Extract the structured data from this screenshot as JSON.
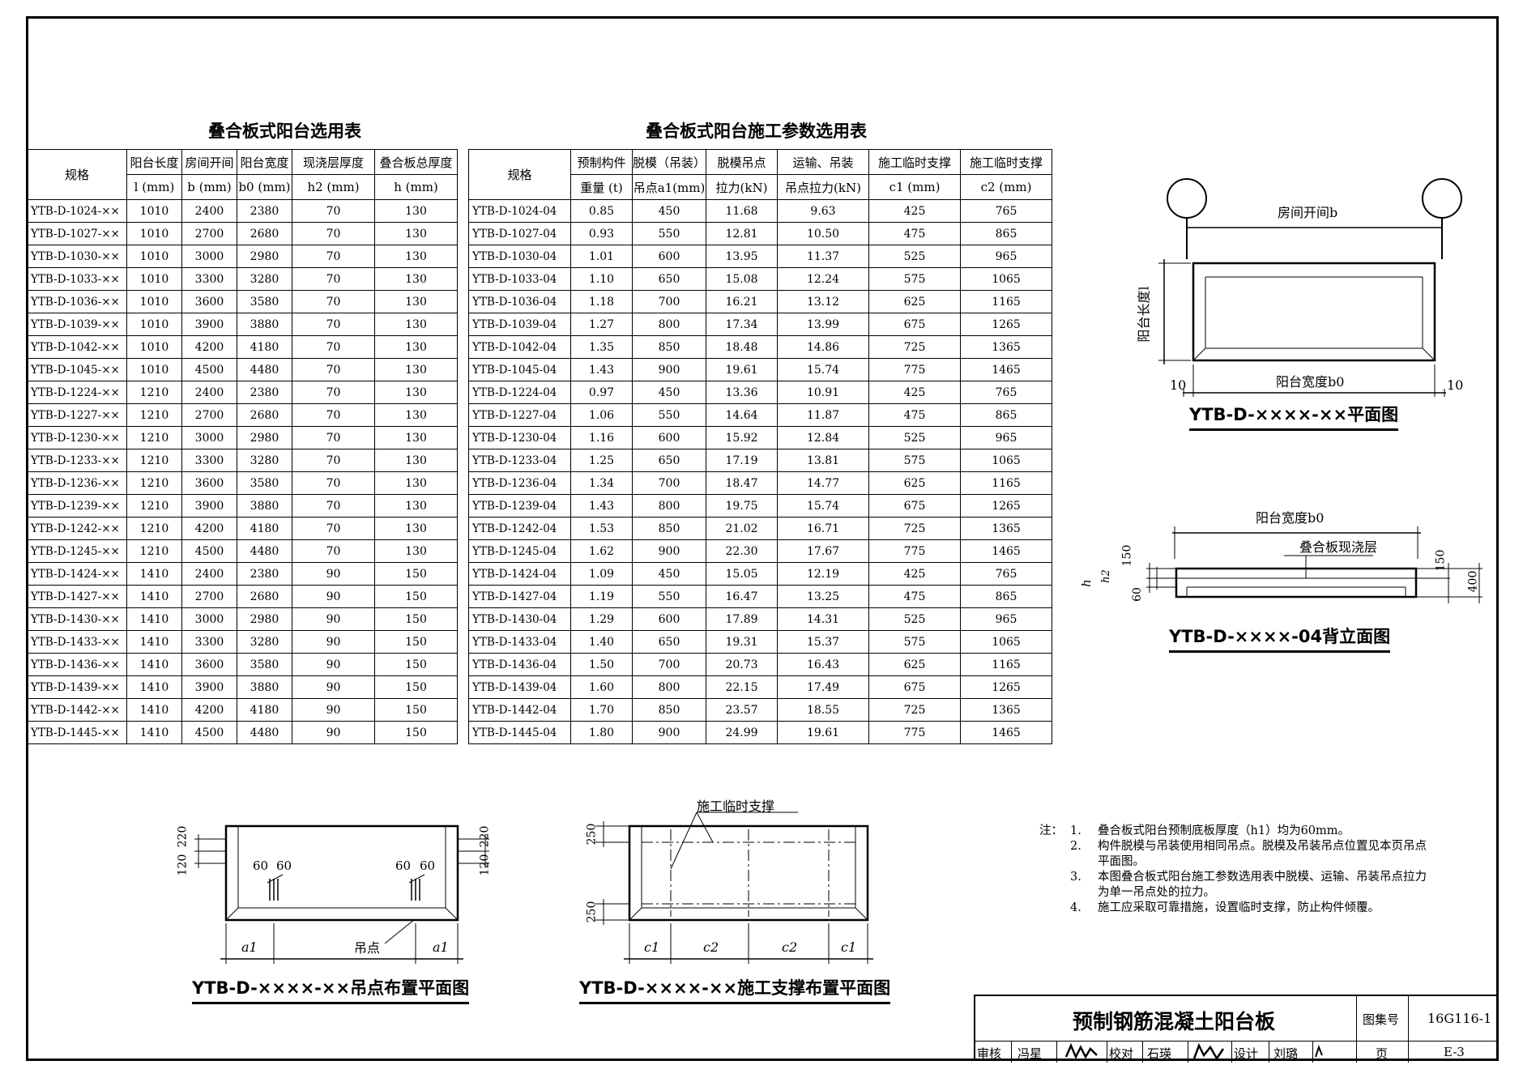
{
  "table1": {
    "title": "叠合板式阳台选用表",
    "headers": [
      {
        "l1": "规格",
        "l2": ""
      },
      {
        "l1": "阳台长度",
        "l2": "l (mm)"
      },
      {
        "l1": "房间开间",
        "l2": "b (mm)"
      },
      {
        "l1": "阳台宽度",
        "l2": "b0 (mm)"
      },
      {
        "l1": "现浇层厚度",
        "l2": "h2 (mm)"
      },
      {
        "l1": "叠合板总厚度",
        "l2": "h (mm)"
      }
    ],
    "rows": [
      [
        "YTB-D-1024-××",
        "1010",
        "2400",
        "2380",
        "70",
        "130"
      ],
      [
        "YTB-D-1027-××",
        "1010",
        "2700",
        "2680",
        "70",
        "130"
      ],
      [
        "YTB-D-1030-××",
        "1010",
        "3000",
        "2980",
        "70",
        "130"
      ],
      [
        "YTB-D-1033-××",
        "1010",
        "3300",
        "3280",
        "70",
        "130"
      ],
      [
        "YTB-D-1036-××",
        "1010",
        "3600",
        "3580",
        "70",
        "130"
      ],
      [
        "YTB-D-1039-××",
        "1010",
        "3900",
        "3880",
        "70",
        "130"
      ],
      [
        "YTB-D-1042-××",
        "1010",
        "4200",
        "4180",
        "70",
        "130"
      ],
      [
        "YTB-D-1045-××",
        "1010",
        "4500",
        "4480",
        "70",
        "130"
      ],
      [
        "YTB-D-1224-××",
        "1210",
        "2400",
        "2380",
        "70",
        "130"
      ],
      [
        "YTB-D-1227-××",
        "1210",
        "2700",
        "2680",
        "70",
        "130"
      ],
      [
        "YTB-D-1230-××",
        "1210",
        "3000",
        "2980",
        "70",
        "130"
      ],
      [
        "YTB-D-1233-××",
        "1210",
        "3300",
        "3280",
        "70",
        "130"
      ],
      [
        "YTB-D-1236-××",
        "1210",
        "3600",
        "3580",
        "70",
        "130"
      ],
      [
        "YTB-D-1239-××",
        "1210",
        "3900",
        "3880",
        "70",
        "130"
      ],
      [
        "YTB-D-1242-××",
        "1210",
        "4200",
        "4180",
        "70",
        "130"
      ],
      [
        "YTB-D-1245-××",
        "1210",
        "4500",
        "4480",
        "70",
        "130"
      ],
      [
        "YTB-D-1424-××",
        "1410",
        "2400",
        "2380",
        "90",
        "150"
      ],
      [
        "YTB-D-1427-××",
        "1410",
        "2700",
        "2680",
        "90",
        "150"
      ],
      [
        "YTB-D-1430-××",
        "1410",
        "3000",
        "2980",
        "90",
        "150"
      ],
      [
        "YTB-D-1433-××",
        "1410",
        "3300",
        "3280",
        "90",
        "150"
      ],
      [
        "YTB-D-1436-××",
        "1410",
        "3600",
        "3580",
        "90",
        "150"
      ],
      [
        "YTB-D-1439-××",
        "1410",
        "3900",
        "3880",
        "90",
        "150"
      ],
      [
        "YTB-D-1442-××",
        "1410",
        "4200",
        "4180",
        "90",
        "150"
      ],
      [
        "YTB-D-1445-××",
        "1410",
        "4500",
        "4480",
        "90",
        "150"
      ]
    ]
  },
  "table2": {
    "title": "叠合板式阳台施工参数选用表",
    "headers": [
      {
        "l1": "规格",
        "l2": ""
      },
      {
        "l1": "预制构件",
        "l2": "重量 (t)"
      },
      {
        "l1": "脱模（吊装）",
        "l2": "吊点a1(mm)"
      },
      {
        "l1": "脱模吊点",
        "l2": "拉力(kN)"
      },
      {
        "l1": "运输、吊装",
        "l2": "吊点拉力(kN)"
      },
      {
        "l1": "施工临时支撑",
        "l2": "c1 (mm)"
      },
      {
        "l1": "施工临时支撑",
        "l2": "c2 (mm)"
      }
    ],
    "rows": [
      [
        "YTB-D-1024-04",
        "0.85",
        "450",
        "11.68",
        "9.63",
        "425",
        "765"
      ],
      [
        "YTB-D-1027-04",
        "0.93",
        "550",
        "12.81",
        "10.50",
        "475",
        "865"
      ],
      [
        "YTB-D-1030-04",
        "1.01",
        "600",
        "13.95",
        "11.37",
        "525",
        "965"
      ],
      [
        "YTB-D-1033-04",
        "1.10",
        "650",
        "15.08",
        "12.24",
        "575",
        "1065"
      ],
      [
        "YTB-D-1036-04",
        "1.18",
        "700",
        "16.21",
        "13.12",
        "625",
        "1165"
      ],
      [
        "YTB-D-1039-04",
        "1.27",
        "800",
        "17.34",
        "13.99",
        "675",
        "1265"
      ],
      [
        "YTB-D-1042-04",
        "1.35",
        "850",
        "18.48",
        "14.86",
        "725",
        "1365"
      ],
      [
        "YTB-D-1045-04",
        "1.43",
        "900",
        "19.61",
        "15.74",
        "775",
        "1465"
      ],
      [
        "YTB-D-1224-04",
        "0.97",
        "450",
        "13.36",
        "10.91",
        "425",
        "765"
      ],
      [
        "YTB-D-1227-04",
        "1.06",
        "550",
        "14.64",
        "11.87",
        "475",
        "865"
      ],
      [
        "YTB-D-1230-04",
        "1.16",
        "600",
        "15.92",
        "12.84",
        "525",
        "965"
      ],
      [
        "YTB-D-1233-04",
        "1.25",
        "650",
        "17.19",
        "13.81",
        "575",
        "1065"
      ],
      [
        "YTB-D-1236-04",
        "1.34",
        "700",
        "18.47",
        "14.77",
        "625",
        "1165"
      ],
      [
        "YTB-D-1239-04",
        "1.43",
        "800",
        "19.75",
        "15.74",
        "675",
        "1265"
      ],
      [
        "YTB-D-1242-04",
        "1.53",
        "850",
        "21.02",
        "16.71",
        "725",
        "1365"
      ],
      [
        "YTB-D-1245-04",
        "1.62",
        "900",
        "22.30",
        "17.67",
        "775",
        "1465"
      ],
      [
        "YTB-D-1424-04",
        "1.09",
        "450",
        "15.05",
        "12.19",
        "425",
        "765"
      ],
      [
        "YTB-D-1427-04",
        "1.19",
        "550",
        "16.47",
        "13.25",
        "475",
        "865"
      ],
      [
        "YTB-D-1430-04",
        "1.29",
        "600",
        "17.89",
        "14.31",
        "525",
        "965"
      ],
      [
        "YTB-D-1433-04",
        "1.40",
        "650",
        "19.31",
        "15.37",
        "575",
        "1065"
      ],
      [
        "YTB-D-1436-04",
        "1.50",
        "700",
        "20.73",
        "16.43",
        "625",
        "1165"
      ],
      [
        "YTB-D-1439-04",
        "1.60",
        "800",
        "22.15",
        "17.49",
        "675",
        "1265"
      ],
      [
        "YTB-D-1442-04",
        "1.70",
        "850",
        "23.57",
        "18.55",
        "725",
        "1365"
      ],
      [
        "YTB-D-1445-04",
        "1.80",
        "900",
        "24.99",
        "19.61",
        "775",
        "1465"
      ]
    ]
  },
  "plan": {
    "caption": "YTB-D-××××-××平面图",
    "width_label": "房间开间b",
    "length_label": "阳台长度l",
    "b0_label": "阳台宽度b0",
    "edge_left": "10",
    "edge_right": "10"
  },
  "elevation": {
    "caption": "YTB-D-××××-04背立面图",
    "b0_label": "阳台宽度b0",
    "layer_label": "叠合板现浇层",
    "dim_150_left": "150",
    "dim_60": "60",
    "dim_h": "h",
    "dim_h2": "h2",
    "dim_150_right": "150",
    "dim_400": "400"
  },
  "lift_plan": {
    "caption": "YTB-D-××××-××吊点布置平面图",
    "dim_220_left": "220",
    "dim_120_left": "120",
    "dim_220_right": "220",
    "dim_120_right": "120",
    "dim_60a": "60",
    "dim_60b": "60",
    "dim_60c": "60",
    "dim_60d": "60",
    "lift_label": "吊点",
    "a1_left": "a1",
    "a1_right": "a1"
  },
  "support_plan": {
    "caption": "YTB-D-××××-××施工支撑布置平面图",
    "support_label": "施工临时支撑",
    "dim_250_top": "250",
    "dim_250_bottom": "250",
    "c1_left": "c1",
    "c2_left": "c2",
    "c2_right": "c2",
    "c1_right": "c1"
  },
  "notes": {
    "prefix": "注：",
    "items": [
      {
        "n": "1.",
        "text": "叠合板式阳台预制底板厚度（h1）均为60mm。"
      },
      {
        "n": "2.",
        "text": "构件脱模与吊装使用相同吊点。脱模及吊装吊点位置见本页吊点平面图。"
      },
      {
        "n": "3.",
        "text": "本图叠合板式阳台施工参数选用表中脱模、运输、吊装吊点拉力为单一吊点处的拉力。"
      },
      {
        "n": "4.",
        "text": "施工应采取可靠措施，设置临时支撑，防止构件倾覆。"
      }
    ]
  },
  "titleblock": {
    "drawing_title": "预制钢筋混凝土阳台板",
    "atlas_label": "图集号",
    "atlas_no": "16G116-1",
    "review_label": "审核",
    "reviewer": "冯星",
    "check_label": "校对",
    "checker": "石瑛",
    "design_label": "设计",
    "designer": "刘璐",
    "page_label": "页",
    "page_no": "E-3"
  }
}
